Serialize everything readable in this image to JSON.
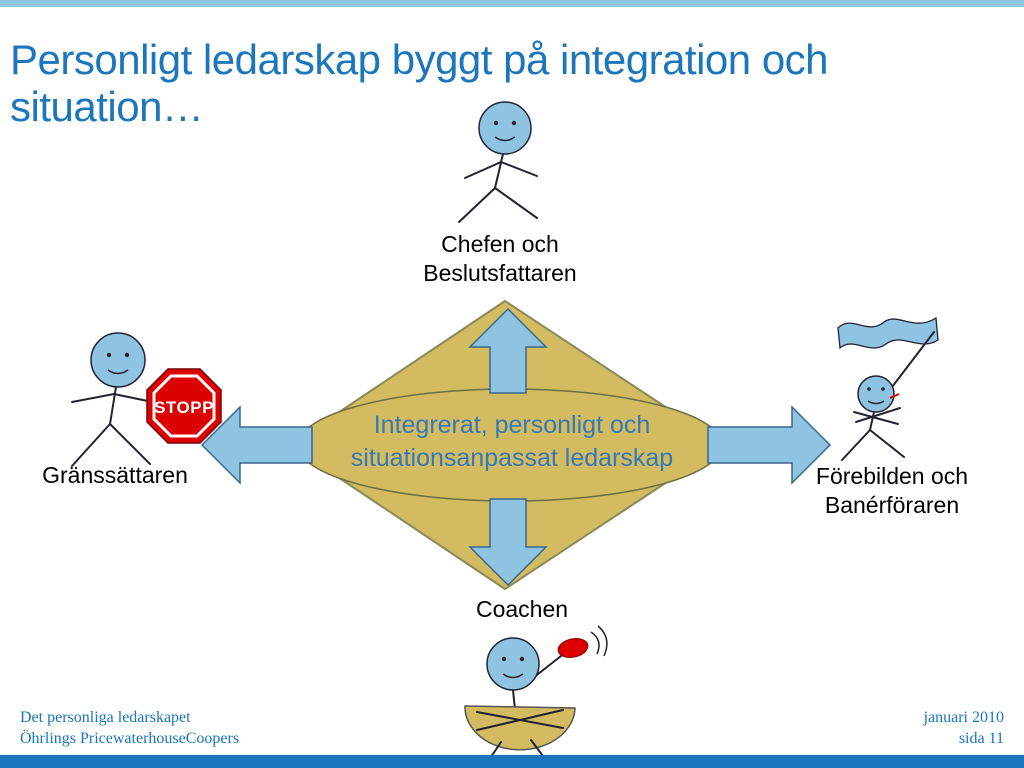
{
  "slide": {
    "title_line1": "Personligt ledarskap byggt på integration och",
    "title_line2": "situation…"
  },
  "diagram": {
    "center_text_line1": "Integrerat, personligt och",
    "center_text_line2": "situationsanpassat ledarskap",
    "top_label_line1": "Chefen och",
    "top_label_line2": "Beslutsfattaren",
    "left_label": "Gränssättaren",
    "right_label_line1": "Förebilden och",
    "right_label_line2": "Banérföraren",
    "bottom_label": "Coachen",
    "stop_sign_text": "STOPP"
  },
  "footer": {
    "left_line1": "Det personliga ledarskapet",
    "left_line2": "Öhrlings PricewaterhouseCoopers",
    "right_line1": "januari 2010",
    "right_line2": "sida 11"
  },
  "colors": {
    "title_blue": "#1b76bc",
    "accent_bar_blue": "#1b75bc",
    "arrow_blue": "#8fc3e2",
    "figure_blue": "#8fc3e2",
    "diamond_tan": "#d2bb60",
    "stop_red": "#dd0000",
    "center_text_blue": "#3579b8"
  }
}
